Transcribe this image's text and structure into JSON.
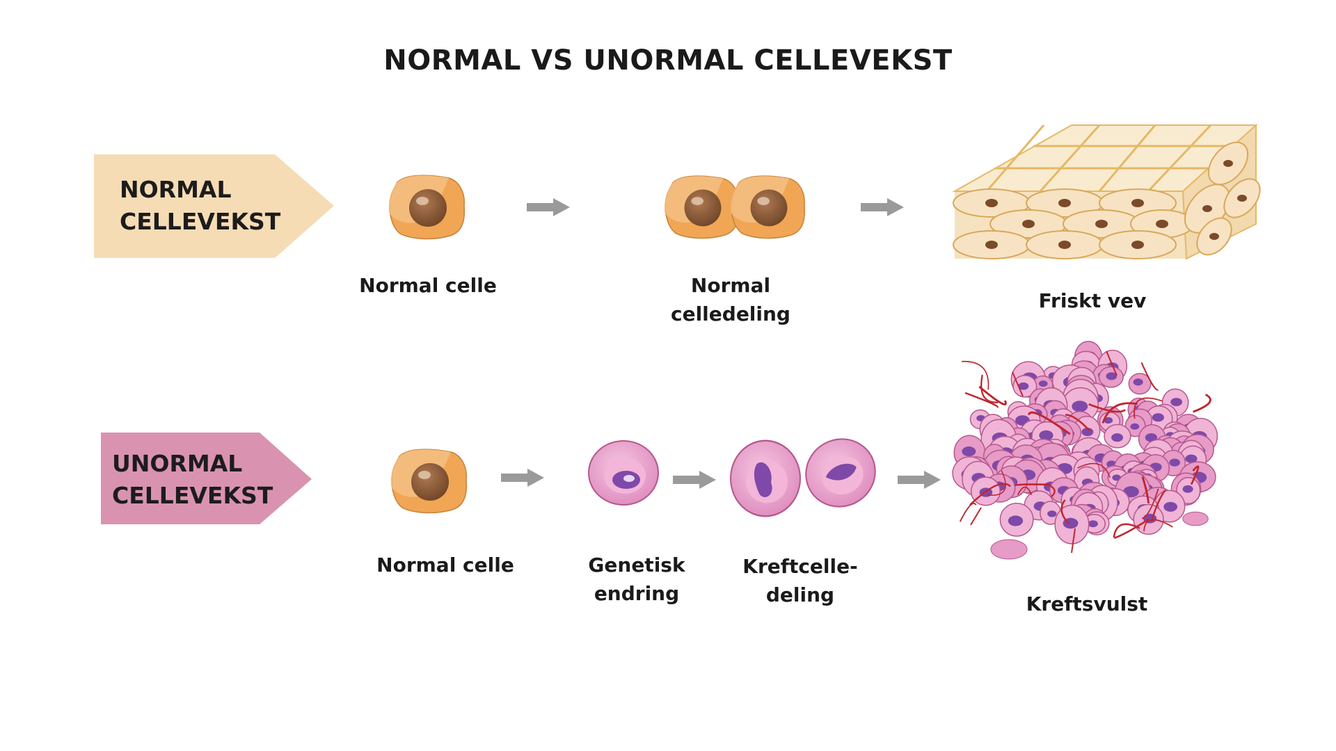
{
  "title": "NORMAL VS UNORMAL CELLEVEKST",
  "rows": {
    "normal": {
      "tag_line1": "NORMAL",
      "tag_line2": "CELLEVEKST",
      "tag_color": "#f6dcb5",
      "steps": [
        {
          "line1": "Normal celle",
          "line2": ""
        },
        {
          "line1": "Normal",
          "line2": "celledeling"
        },
        {
          "line1": "Friskt vev",
          "line2": ""
        }
      ]
    },
    "abnormal": {
      "tag_line1": "UNORMAL",
      "tag_line2": "CELLEVEKST",
      "tag_color": "#d993b0",
      "steps": [
        {
          "line1": "Normal celle",
          "line2": ""
        },
        {
          "line1": "Genetisk",
          "line2": "endring"
        },
        {
          "line1": "Kreftcelle-",
          "line2": "deling"
        },
        {
          "line1": "Kreftsvulst",
          "line2": ""
        }
      ]
    }
  },
  "colors": {
    "normal_cell": "#f0a654",
    "nucleus": "#8b5a36",
    "tissue": "#f5e2bf",
    "tissue_line": "#e5b865",
    "cancer_cell": "#e79bc7",
    "cancer_nucleus": "#7e49a8",
    "vessel": "#c0262f",
    "arrow": "#9a9a9a"
  }
}
